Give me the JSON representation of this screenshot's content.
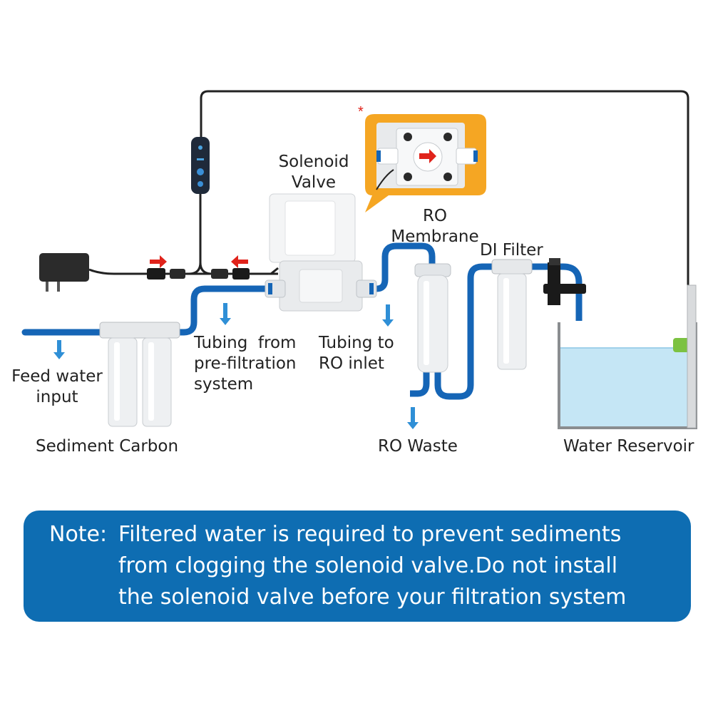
{
  "labels": {
    "solenoid_valve": [
      "Solenoid",
      "Valve"
    ],
    "ro_membrane": [
      "RO",
      "Membrane"
    ],
    "di_filter": "DI Filter",
    "tubing_from": [
      "Tubing  from",
      "pre-filtration",
      "system"
    ],
    "tubing_to": [
      "Tubing to",
      "RO inlet"
    ],
    "feed_water": [
      "Feed water",
      "input"
    ],
    "sediment_carbon": "Sediment Carbon",
    "ro_waste": "RO Waste",
    "water_reservoir": "Water Reservoir"
  },
  "note": {
    "prefix": "Note:",
    "lines": [
      "Filtered water is required to prevent sediments",
      "from clogging the solenoid valve.Do not install",
      "the solenoid valve before your filtration system"
    ]
  },
  "callout_marker": "*",
  "colors": {
    "tubing": "#1565b6",
    "flow_arrow": "#2f8fd6",
    "direction_arrow": "#e0231b",
    "callout_bg": "#f5a623",
    "water": "#c5e6f5",
    "note_bg": "#0e6db2",
    "float_switch": "#7cc242"
  }
}
